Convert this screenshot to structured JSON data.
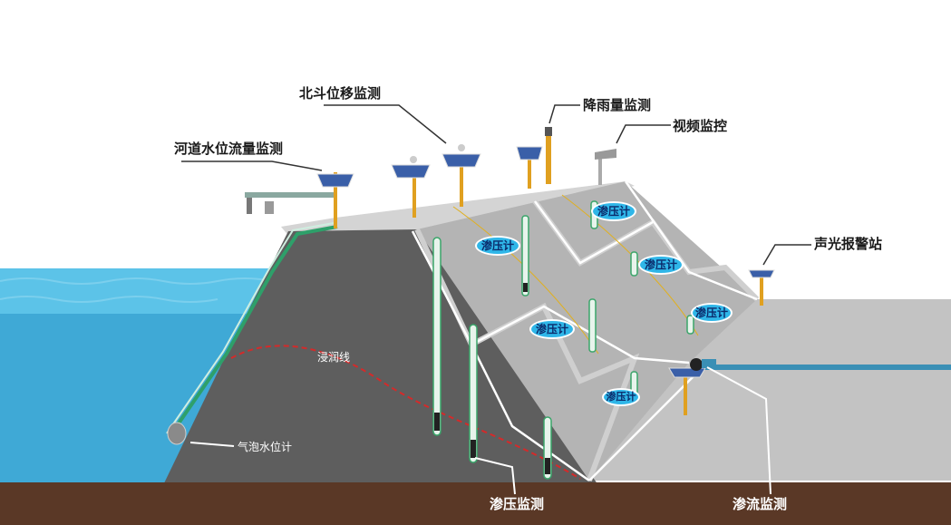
{
  "labels": {
    "beidou": "北斗位移监测",
    "rainfall": "降雨量监测",
    "video": "视频监控",
    "river_level_flow": "河道水位流量监测",
    "alarm_station": "声光报警站",
    "saturation_line": "浸润线",
    "bubble_gauge": "气泡水位计",
    "seepage_pressure_monitoring": "渗压监测",
    "seepage_flow_monitoring": "渗流监测"
  },
  "piezometer_badges": [
    "渗压计",
    "渗压计",
    "渗压计",
    "渗压计",
    "渗压计",
    "渗压计"
  ],
  "colors": {
    "water": "#3fa9d6",
    "dam_front": "#5e5e5e",
    "dam_slope": "#b8b8b8",
    "ground": "#5a3826",
    "badge": "#2fb6e8",
    "saturation_line": "#d42a2a"
  }
}
